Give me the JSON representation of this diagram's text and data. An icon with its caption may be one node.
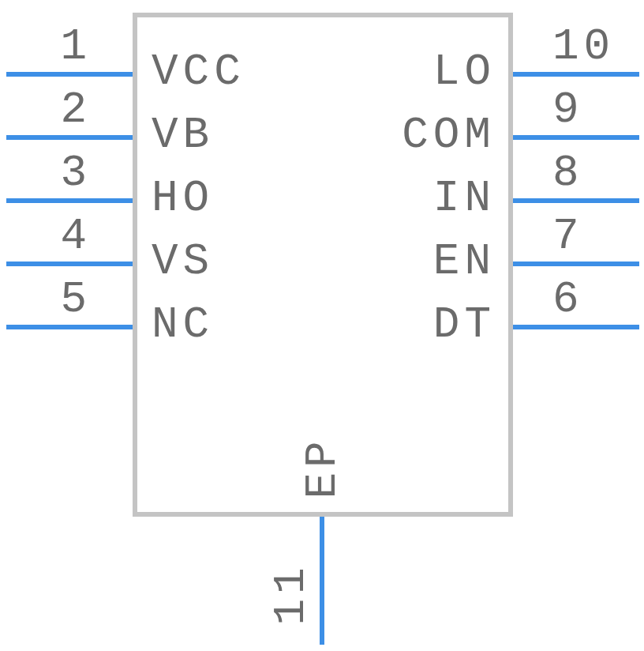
{
  "diagram": {
    "labels": [
      "1",
      "VCC",
      "LO",
      "10",
      "2",
      "VB",
      "COM",
      "9",
      "3",
      "HO",
      "IN",
      "8",
      "4",
      "VS",
      "EN",
      "7",
      "5",
      "NC",
      "DT",
      "6",
      "EP",
      "11"
    ]
  }
}
